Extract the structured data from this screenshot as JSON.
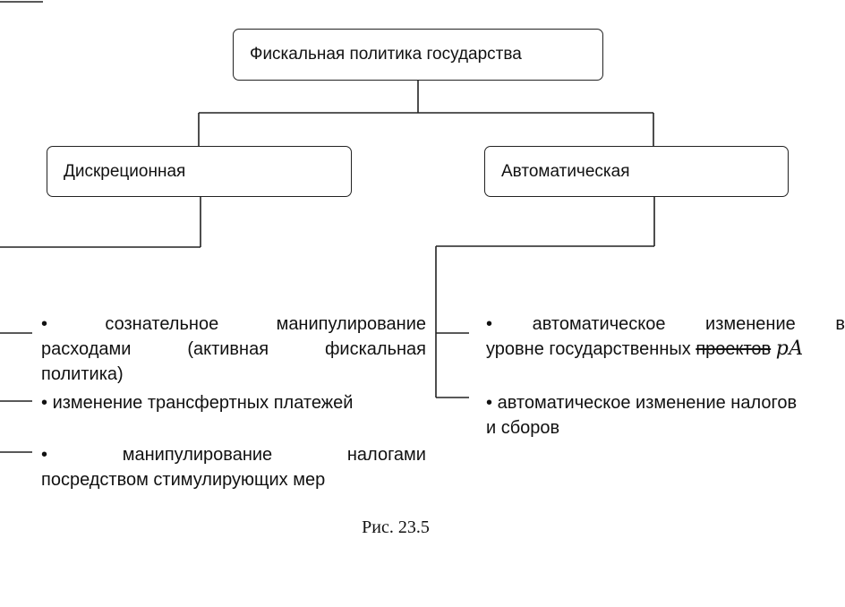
{
  "diagram": {
    "root": "Фискальная политика государства",
    "left": {
      "label": "Дискреционная",
      "items": [
        {
          "bullet": "•",
          "words": [
            "сознательное",
            "манипулирование"
          ],
          "rest": [
            "расходами",
            "(активная",
            "фискальная"
          ],
          "tail": "политика)"
        },
        {
          "bullet": "•",
          "text": "изменение трансфертных платежей"
        },
        {
          "bullet": "•",
          "words": [
            "манипулирование",
            "налогами"
          ],
          "tail": "посредством стимулирующих мер"
        }
      ]
    },
    "right": {
      "label": "Автоматическая",
      "items": [
        {
          "bullet": "•",
          "words": [
            "автоматическое",
            "изменение",
            "в"
          ],
          "line2": "уровне государственных",
          "struck": "проектов",
          "scrawl": "рА"
        },
        {
          "bullet": "•",
          "text": "автоматическое изменение налогов",
          "tail": "и сборов"
        }
      ]
    },
    "caption": "Рис. 23.5"
  }
}
